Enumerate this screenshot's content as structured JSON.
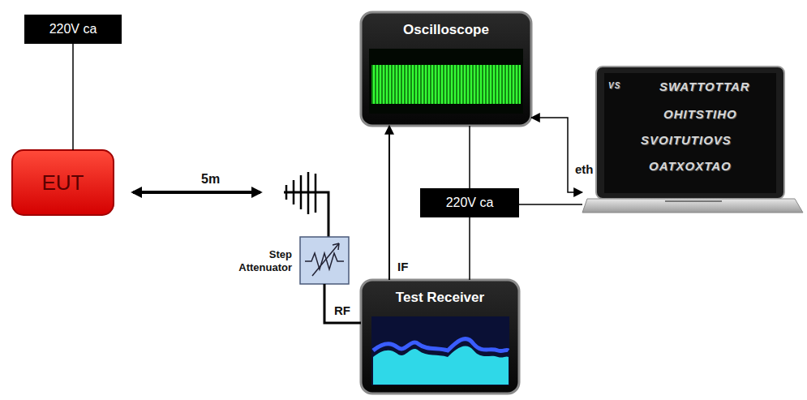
{
  "diagram": {
    "nodes": [
      {
        "text": [
          "220V ca"
        ]
      },
      {
        "text": [
          "EUT"
        ]
      },
      {
        "text": [
          "Oscilloscope"
        ]
      },
      {
        "text": [
          "220V ca"
        ]
      },
      {
        "text": [
          "Test Receiver"
        ]
      },
      {
        "text": [
          "Step Attenuator"
        ]
      },
      {
        "text": [
          "VS",
          "SWATTOTTAR",
          "OHITSTIHO",
          "SVOITUTIOVS",
          "OATXOXTAO"
        ]
      }
    ],
    "edges": [
      {
        "from": 0,
        "to": 1,
        "arrow": "none"
      },
      {
        "from": 5,
        "to": 4,
        "label": "RF",
        "arrow": "none"
      },
      {
        "from": 4,
        "to": 2,
        "label": "IF",
        "arrow": "to"
      },
      {
        "from": 2,
        "to": 3,
        "arrow": "none"
      },
      {
        "from": 3,
        "to": 4,
        "arrow": "none"
      },
      {
        "from": 3,
        "to": 6,
        "arrow": "none"
      },
      {
        "from": 6,
        "to": 2,
        "label": "eth",
        "arrow": "both"
      }
    ],
    "labels": [
      "5m"
    ]
  }
}
